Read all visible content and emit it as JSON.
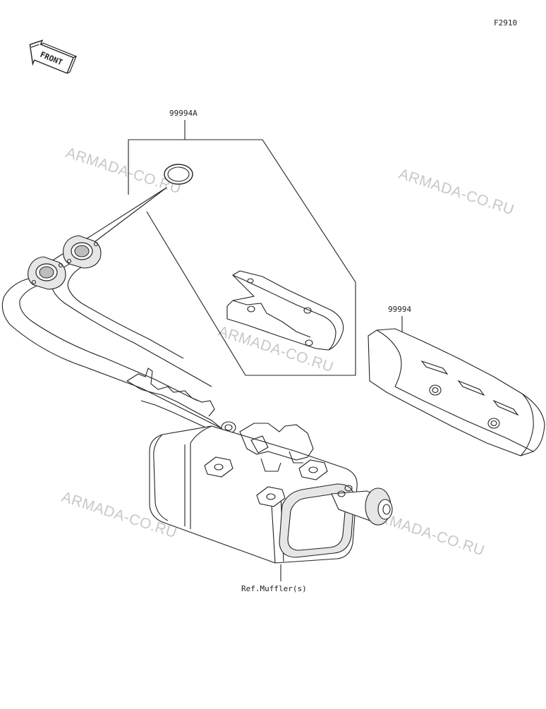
{
  "figure_code": "F2910",
  "front_indicator": "FRONT",
  "parts": [
    {
      "part_number": "99994A"
    },
    {
      "part_number": "99994"
    }
  ],
  "reference": "Ref.Muffler(s)",
  "watermark": "ARMADA-CO.RU"
}
